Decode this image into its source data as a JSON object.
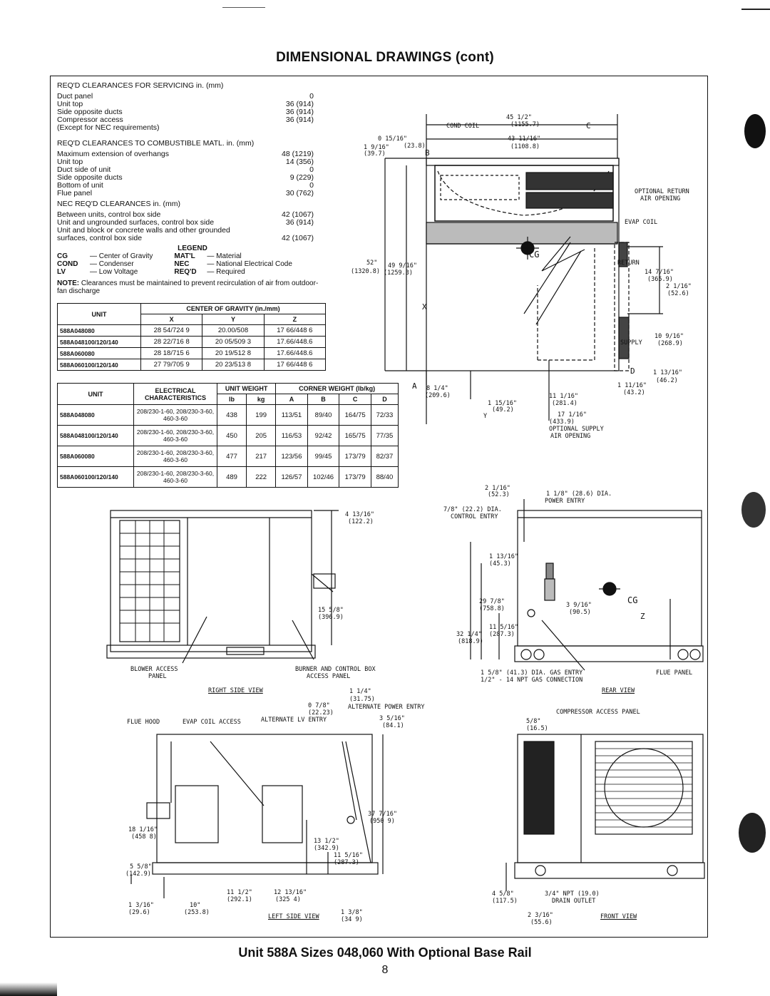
{
  "page": {
    "title": "DIMENSIONAL DRAWINGS (cont)",
    "caption": "Unit 588A Sizes 048,060 With Optional Base Rail",
    "page_number": "8"
  },
  "servicing": {
    "heading": "REQ'D CLEARANCES FOR SERVICING in. (mm)",
    "rows": [
      {
        "label": "Duct panel",
        "value": "0"
      },
      {
        "label": "Unit top",
        "value": "36 (914)"
      },
      {
        "label": "Side opposite ducts",
        "value": "36 (914)"
      },
      {
        "label": "Compressor access",
        "value": "36 (914)"
      },
      {
        "label": "(Except for NEC requirements)",
        "value": ""
      }
    ]
  },
  "combustible": {
    "heading": "REQ'D CLEARANCES TO COMBUSTIBLE MATL. in. (mm)",
    "rows": [
      {
        "label": "Maximum extension of overhangs",
        "value": "48 (1219)"
      },
      {
        "label": "Unit top",
        "value": "14 (356)"
      },
      {
        "label": "Duct side of unit",
        "value": "0"
      },
      {
        "label": "Side opposite ducts",
        "value": "9 (229)"
      },
      {
        "label": "Bottom of unit",
        "value": "0"
      },
      {
        "label": "Flue panel",
        "value": "30 (762)"
      }
    ]
  },
  "nec": {
    "heading": "NEC REQ'D CLEARANCES in. (mm)",
    "rows": [
      {
        "label": "Between units, control box side",
        "value": "42 (1067)"
      },
      {
        "label": "Unit and ungrounded surfaces, control box side",
        "value": "36 (914)"
      },
      {
        "label": "Unit and block or concrete walls and other grounded",
        "value": ""
      },
      {
        "label": "surfaces, control box side",
        "value": "42 (1067)"
      }
    ]
  },
  "legend": {
    "heading": "LEGEND",
    "left": [
      {
        "abbr": "CG",
        "text": "Center of Gravity"
      },
      {
        "abbr": "COND",
        "text": "Condenser"
      },
      {
        "abbr": "LV",
        "text": "Low Voltage"
      }
    ],
    "right": [
      {
        "abbr": "MAT'L",
        "text": "Material"
      },
      {
        "abbr": "NEC",
        "text": "National Electrical Code"
      },
      {
        "abbr": "REQ'D",
        "text": "Required"
      }
    ],
    "note_label": "NOTE:",
    "note": "Clearances must be maintained to prevent recirculation of air from outdoor-fan discharge"
  },
  "cg_table": {
    "unit_header": "UNIT",
    "group_header": "CENTER OF GRAVITY (in./mm)",
    "cols": [
      "X",
      "Y",
      "Z"
    ],
    "rows": [
      [
        "588A048080",
        "28 54/724 9",
        "20.00/508",
        "17 66/448 6"
      ],
      [
        "588A048100/120/140",
        "28 22/716 8",
        "20 05/509 3",
        "17.66/448.6"
      ],
      [
        "588A060080",
        "28 18/715 6",
        "20 19/512 8",
        "17.66/448.6"
      ],
      [
        "588A060100/120/140",
        "27 79/705 9",
        "20 23/513 8",
        "17 66/448 6"
      ]
    ]
  },
  "weight_table": {
    "h_unit": "UNIT",
    "h_elec": "ELECTRICAL CHARACTERISTICS",
    "h_weight": "UNIT WEIGHT",
    "h_corner": "CORNER WEIGHT (lb/kg)",
    "sub": [
      "lb",
      "kg",
      "A",
      "B",
      "C",
      "D"
    ],
    "rows": [
      [
        "588A048080",
        "208/230-1-60, 208/230-3-60, 460-3-60",
        "438",
        "199",
        "113/51",
        "89/40",
        "164/75",
        "72/33"
      ],
      [
        "588A048100/120/140",
        "208/230-1-60, 208/230-3-60, 460-3-60",
        "450",
        "205",
        "116/53",
        "92/42",
        "165/75",
        "77/35"
      ],
      [
        "588A060080",
        "208/230-1-60, 208/230-3-60, 460-3-60",
        "477",
        "217",
        "123/56",
        "99/45",
        "173/79",
        "82/37"
      ],
      [
        "588A060100/120/140",
        "208/230-1-60, 208/230-3-60, 460-3-60",
        "489",
        "222",
        "126/57",
        "102/46",
        "173/79",
        "88/40"
      ]
    ]
  },
  "top_view": {
    "cond_coil": "COND COIL",
    "dim_45": "45 1/2\"",
    "dim_45mm": "(1155.7)",
    "c": "C",
    "dim_0_15": "0 15/16\"",
    "dim_0_15mm": "(23.8)",
    "dim_43": "43 11/16\"",
    "dim_43mm": "(1108.8)",
    "dim_1_9": "1 9/16\"",
    "dim_1_9mm": "(39.7)",
    "b": "B",
    "optional_return": "OPTIONAL RETURN",
    "air_opening": "AIR OPENING",
    "evap_coil": "EVAP COIL",
    "cg": "CG",
    "return": "RETURN",
    "dim_52": "52\"",
    "dim_52mm": "(1320.8)",
    "dim_49": "49 9/16\"",
    "dim_49mm": "(1259.3)",
    "dim_14": "14 7/16\"",
    "dim_14mm": "(365.9)",
    "dim_2_1": "2 1/16\"",
    "dim_2_1mm": "(52.6)",
    "x": "X",
    "supply": "SUPPLY",
    "dim_10": "10 9/16\"",
    "dim_10mm": "(268.9)",
    "d": "D",
    "dim_1_13": "1 13/16\"",
    "dim_1_13mm": "(46.2)",
    "dim_1_11": "1 11/16\"",
    "dim_1_11mm": "(43.2)",
    "a": "A",
    "dim_8": "8 1/4\"",
    "dim_8mm": "(209.6)",
    "dim_1_15": "1 15/16\"",
    "dim_1_15mm": "(49.2)",
    "dim_11": "11 1/16\"",
    "dim_11mm": "(281.4)",
    "y": "Y",
    "dim_17": "17 1/16\"",
    "dim_17mm": "(433.9)",
    "opt_supply": "OPTIONAL SUPPLY",
    "opt_supply2": "AIR OPENING"
  },
  "right_side": {
    "dim_4": "4 13/16\"",
    "dim_4mm": "(122.2)",
    "dim_15": "15 5/8\"",
    "dim_15mm": "(396.9)",
    "blower": "BLOWER ACCESS",
    "blower2": "PANEL",
    "burner": "BURNER AND CONTROL BOX",
    "burner2": "ACCESS PANEL",
    "view": "RIGHT SIDE VIEW"
  },
  "rear": {
    "dim_2_1": "2 1/16\"",
    "dim_2_1mm": "(52.3)",
    "dim_1_1": "1 1/8\" (28.6) DIA.",
    "power": "POWER ENTRY",
    "dim_7_8": "7/8\" (22.2) DIA.",
    "control": "CONTROL ENTRY",
    "dim_1_13": "1 13/16\"",
    "dim_1_13mm": "(45.3)",
    "dim_29": "29 7/8\"",
    "dim_29mm": "(758.8)",
    "dim_3": "3 9/16\"",
    "dim_3mm": "(90.5)",
    "cg": "CG",
    "z": "Z",
    "dim_11": "11 5/16\"",
    "dim_11mm": "(287.3)",
    "dim_32": "32 1/4\"",
    "dim_32mm": "(818.9)",
    "gas": "1 5/8\" (41.3) DIA. GAS ENTRY",
    "gas2": "1/2\" - 14 NPT GAS CONNECTION",
    "flue": "FLUE PANEL",
    "view": "REAR VIEW"
  },
  "left_side": {
    "dim_1_1_4": "1 1/4\"",
    "dim_1_1_4mm": "(31.75)",
    "dim_0_7": "0 7/8\"",
    "dim_0_7mm": "(22.23)",
    "alt_power": "ALTERNATE POWER ENTRY",
    "flue_hood": "FLUE HOOD",
    "evap": "EVAP COIL ACCESS",
    "alt_lv": "ALTERNATE LV ENTRY",
    "dim_3_5": "3 5/16\"",
    "dim_3_5mm": "(84.1)",
    "dim_37": "37 7/16\"",
    "dim_37mm": "(950 9)",
    "dim_18": "18 1/16\"",
    "dim_18mm": "(458 8)",
    "dim_13": "13 1/2\"",
    "dim_13mm": "(342.9)",
    "dim_11": "11 5/16\"",
    "dim_11mm": "(287.3)",
    "dim_5": "5 5/8\"",
    "dim_5mm": "(142.9)",
    "dim_11_1": "11 1/2\"",
    "dim_11_1mm": "(292.1)",
    "dim_12": "12 13/16\"",
    "dim_12mm": "(325 4)",
    "dim_1_3": "1 3/16\"",
    "dim_1_3mm": "(29.6)",
    "dim_10": "10\"",
    "dim_10mm": "(253.8)",
    "dim_1_3_8": "1 3/8\"",
    "dim_1_3_8mm": "(34 9)",
    "view": "LEFT SIDE VIEW"
  },
  "front": {
    "comp": "COMPRESSOR ACCESS PANEL",
    "dim_5_8": "5/8\"",
    "dim_5_8mm": "(16.5)",
    "dim_4": "4 5/8\"",
    "dim_4mm": "(117.5)",
    "npt": "3/4\" NPT (19.0)",
    "drain": "DRAIN OUTLET",
    "dim_2": "2 3/16\"",
    "dim_2mm": "(55.6)",
    "view": "FRONT VIEW"
  }
}
